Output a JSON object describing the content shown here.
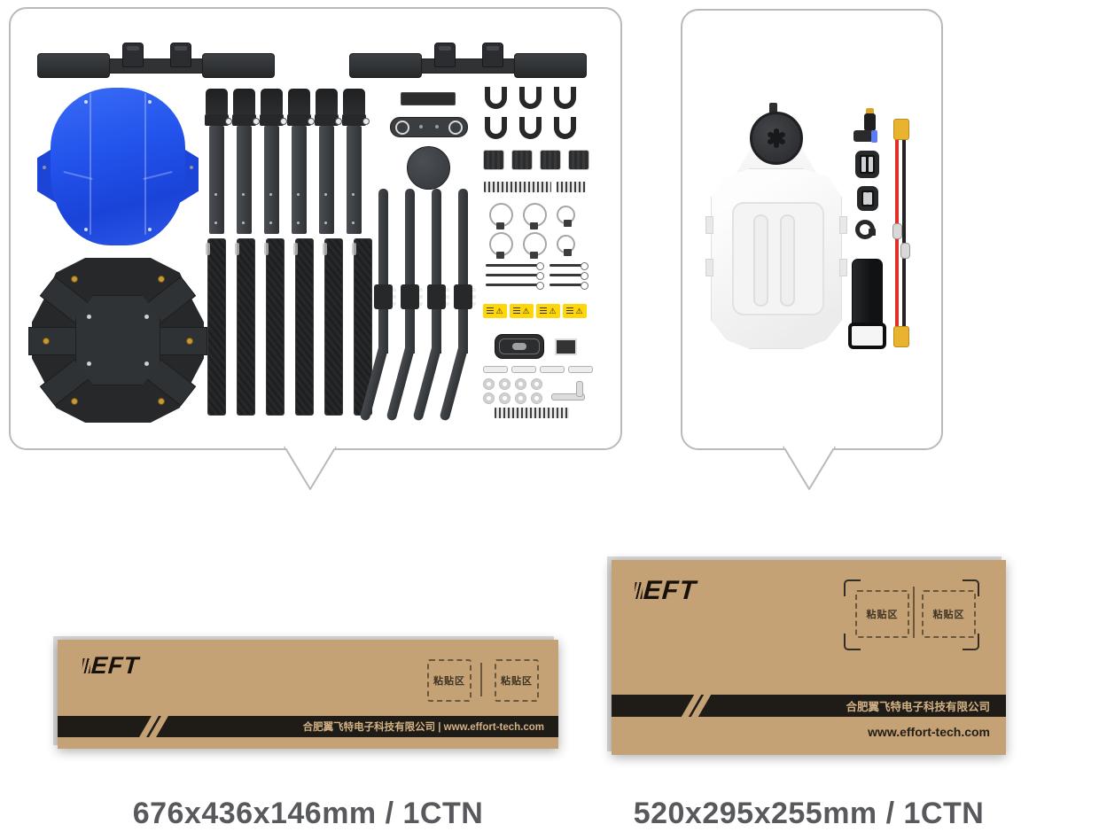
{
  "warning_symbol": "⚠",
  "callout_left": {
    "name": "airframe-kit-contents",
    "parts": [
      "landing-skid-rail x2",
      "canopy-shell-blue",
      "hexacopter-center-frame",
      "arm-mount-tube x6",
      "carbon-fiber-arm-tube x6",
      "spacer-bar",
      "dual-hole-mount-plate",
      "round-cap",
      "landing-gear-leg x4",
      "u-pipe-clamp x6",
      "cable-clamp-block x4",
      "screw-set-strip x3",
      "hose-clamp x6",
      "long-screw x6",
      "warning-sticker x4",
      "signal-connector",
      "rubber-plug",
      "slide-strip x4",
      "washer x8",
      "hex-wrench"
    ]
  },
  "callout_right": {
    "name": "tank-kit-contents",
    "parts": [
      "water-tank-with-cap",
      "elbow-fitting",
      "buckle x2",
      "hose-clamp-fitting",
      "battery-strap",
      "power-cable-xt90"
    ]
  },
  "boxes": {
    "left": {
      "logo": "EFT",
      "sticker_labels": [
        "粘贴区",
        "粘贴区"
      ],
      "stripe_text": "合肥翼飞特电子科技有限公司 | www.effort-tech.com",
      "caption": "676x436x146mm / 1CTN"
    },
    "right": {
      "logo": "EFT",
      "sticker_labels": [
        "粘贴区",
        "粘贴区"
      ],
      "stripe_text": "合肥翼飞特电子科技有限公司",
      "website": "www.effort-tech.com",
      "caption": "520x295x255mm / 1CTN"
    }
  },
  "colors": {
    "canopy_blue": "#2253ec",
    "cardboard": "#c5a276",
    "stripe_black": "#1f1b16",
    "stripe_text": "#d2b285",
    "warning_yellow": "#ffd60a",
    "cable_red": "#e03026",
    "connector_yellow": "#e9b32f",
    "caption_gray": "#58595c",
    "callout_border": "#b9b9b9"
  }
}
